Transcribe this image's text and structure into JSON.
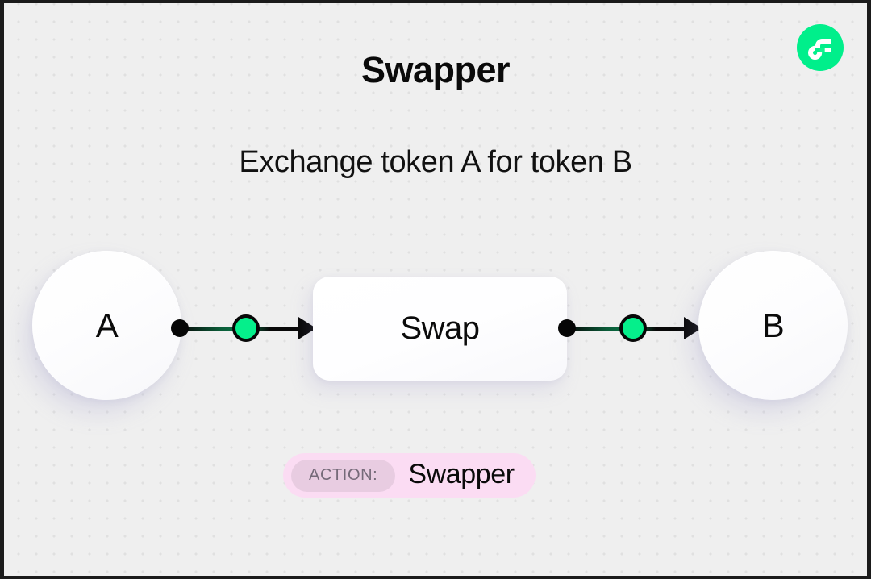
{
  "header": {
    "title": "Swapper",
    "subtitle": "Exchange token A for token B",
    "logo_icon": "flow-logo-icon",
    "logo_color": "#00EF8B"
  },
  "diagram": {
    "type": "flow",
    "input_node": {
      "label": "A",
      "name": "token-a-node"
    },
    "process_node": {
      "label": "Swap",
      "name": "swap-process-node"
    },
    "output_node": {
      "label": "B",
      "name": "token-b-node"
    },
    "connectors": [
      {
        "from": "A",
        "to": "Swap",
        "hub_color": "#05EF8B",
        "arrow_color": "#060606"
      },
      {
        "from": "Swap",
        "to": "B",
        "hub_color": "#05EF8B",
        "arrow_color": "#060606"
      }
    ]
  },
  "action_badge": {
    "label": "ACTION:",
    "value": "Swapper",
    "background_color": "#FBDCF3",
    "chip_color": "#E8CCE1",
    "chip_text_color": "#756A79"
  },
  "theme": {
    "canvas_background": "#EFEFEF",
    "dot_color": "#E0E0E0",
    "accent_green": "#00EF8B",
    "text_color": "#0A0A0A"
  }
}
